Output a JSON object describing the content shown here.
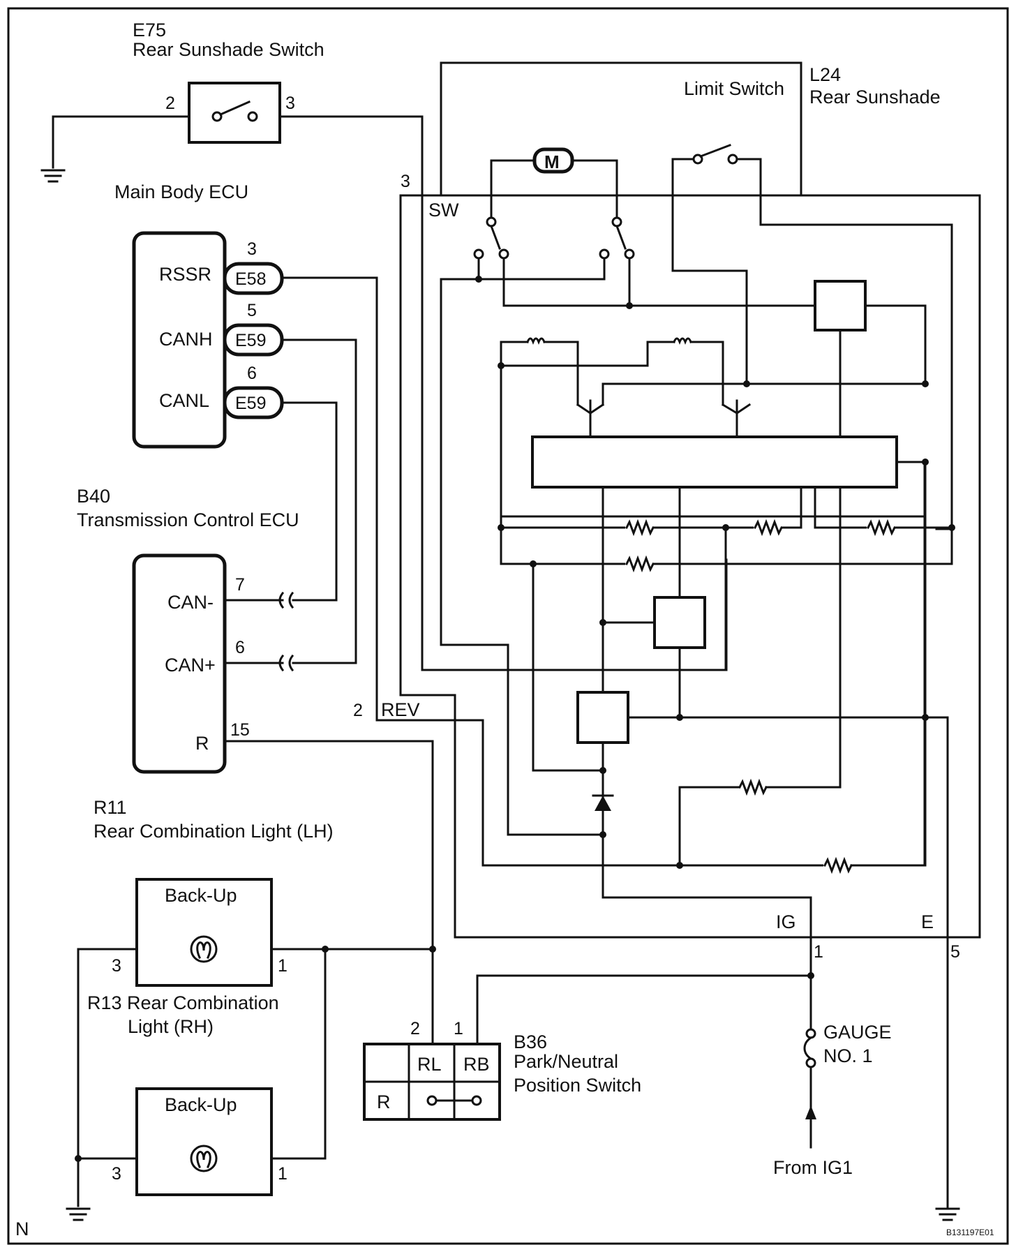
{
  "components": {
    "e75": {
      "id": "E75",
      "name": "Rear Sunshade Switch",
      "pin_a": "2",
      "pin_b": "3"
    },
    "main_ecu": {
      "title": "Main Body ECU",
      "terminals": [
        "RSSR",
        "CANH",
        "CANL"
      ],
      "connectors": [
        "E58",
        "E59",
        "E59"
      ],
      "pins": [
        "3",
        "5",
        "6"
      ]
    },
    "b40": {
      "id": "B40",
      "name": "Transmission Control ECU",
      "terminals": [
        "CAN-",
        "CAN+",
        "R"
      ],
      "pins": [
        "7",
        "6",
        "15"
      ]
    },
    "r11": {
      "id": "R11",
      "name": "Rear Combination Light (LH)",
      "lamp": "Back-Up",
      "pin_a": "3",
      "pin_b": "1"
    },
    "r13": {
      "name_line1": "R13 Rear Combination",
      "name_line2": "Light (RH)",
      "lamp": "Back-Up",
      "pin_a": "3",
      "pin_b": "1"
    },
    "b36": {
      "id": "B36",
      "name_line1": "Park/Neutral",
      "name_line2": "Position Switch",
      "pin_a": "2",
      "pin_b": "1",
      "col_a": "RL",
      "col_b": "RB",
      "row": "R"
    },
    "l24": {
      "id": "L24",
      "name": "Rear Sunshade",
      "limit_switch": "Limit Switch",
      "motor": "M",
      "sw_label": "SW",
      "sw_pin": "3",
      "rev_label": "REV",
      "rev_pin": "2",
      "ig_label": "IG",
      "ig_pin": "1",
      "e_label": "E",
      "e_pin": "5"
    },
    "fuse": {
      "line1": "GAUGE",
      "line2": "NO. 1"
    },
    "source": "From IG1"
  },
  "corner_letter": "N",
  "figure_code": "B131197E01"
}
